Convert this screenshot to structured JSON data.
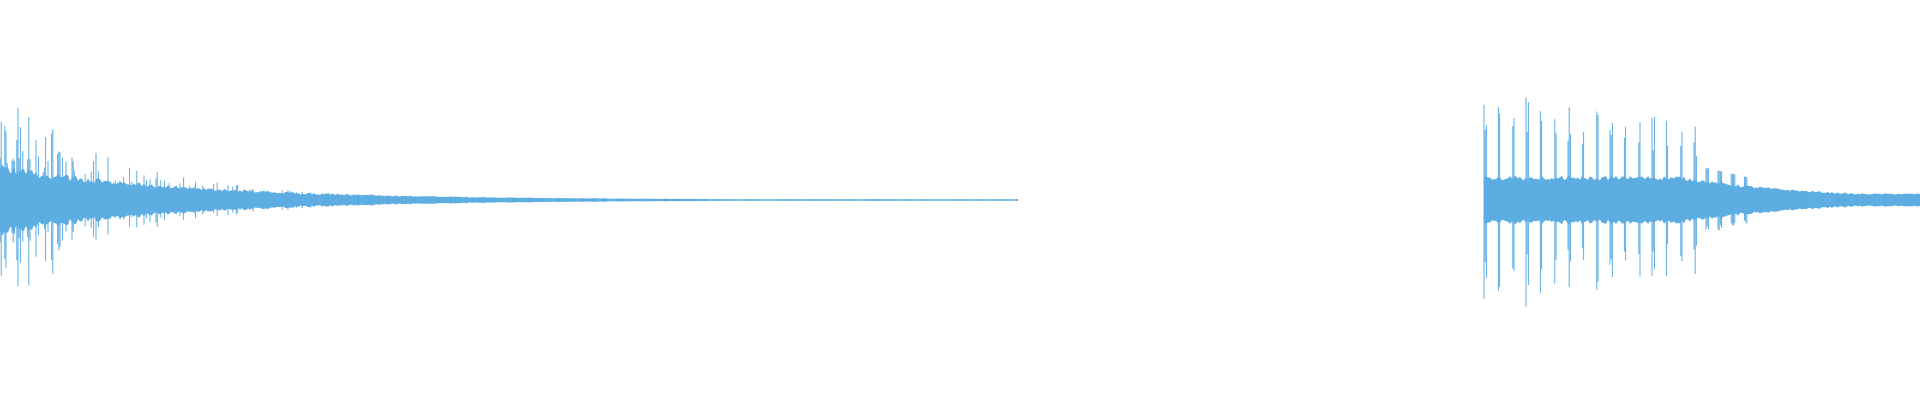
{
  "waveform": {
    "color": "#5dade2",
    "background": "#ffffff",
    "segments": [
      {
        "name": "first-sound",
        "decay": "fast-then-long-tail",
        "peak_amplitude": 0.55
      },
      {
        "name": "second-sound",
        "decay": "slow",
        "peak_amplitude": 0.55
      }
    ]
  }
}
